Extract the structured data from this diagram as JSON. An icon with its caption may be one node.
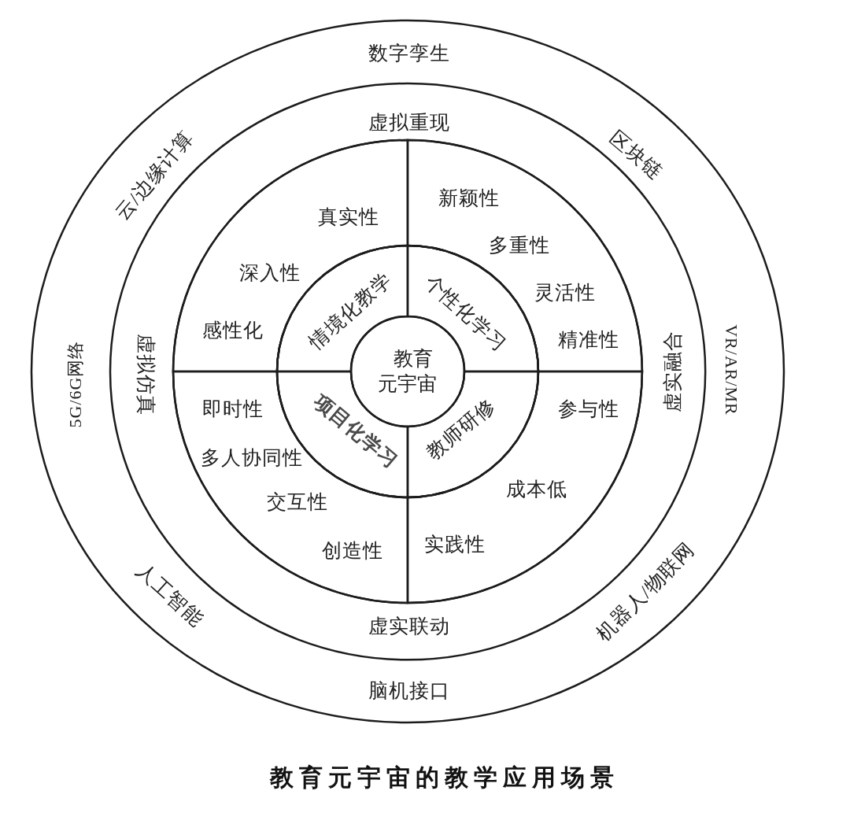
{
  "diagram": {
    "caption": "教育元宇宙的教学应用场景",
    "nodes": [
      {
        "text": [
          "数字孪生",
          "区块链",
          "VR/AR/MR",
          "机器人/物联网",
          "脑机接口",
          "人工智能",
          "5G/6G网络",
          "云/边缘计算"
        ]
      },
      {
        "text": [
          "虚拟重现",
          "虚实融合",
          "虚实联动",
          "虚拟仿真"
        ],
        "in": 0
      },
      {
        "text": [],
        "shape": "circle",
        "in": 1
      },
      {
        "text": [
          "真实性",
          "深入性",
          "感性化"
        ],
        "in": 2
      },
      {
        "text": [
          "新颖性",
          "多重性",
          "灵活性",
          "精准性"
        ],
        "in": 2
      },
      {
        "text": [
          "即时性",
          "多人协同性",
          "交互性",
          "创造性"
        ],
        "in": 2
      },
      {
        "text": [
          "参与性",
          "成本低",
          "实践性"
        ],
        "in": 2
      },
      {
        "text": [],
        "shape": "circle",
        "in": 2
      },
      {
        "text": [
          "情境化教学"
        ],
        "in": 7
      },
      {
        "text": [
          "个性化学习"
        ],
        "in": 7
      },
      {
        "text": [
          "项目化学习"
        ],
        "in": 7
      },
      {
        "text": [
          "教师研修"
        ],
        "in": 7
      },
      {
        "text": [
          "教育元宇宙"
        ],
        "in": 7
      }
    ]
  }
}
